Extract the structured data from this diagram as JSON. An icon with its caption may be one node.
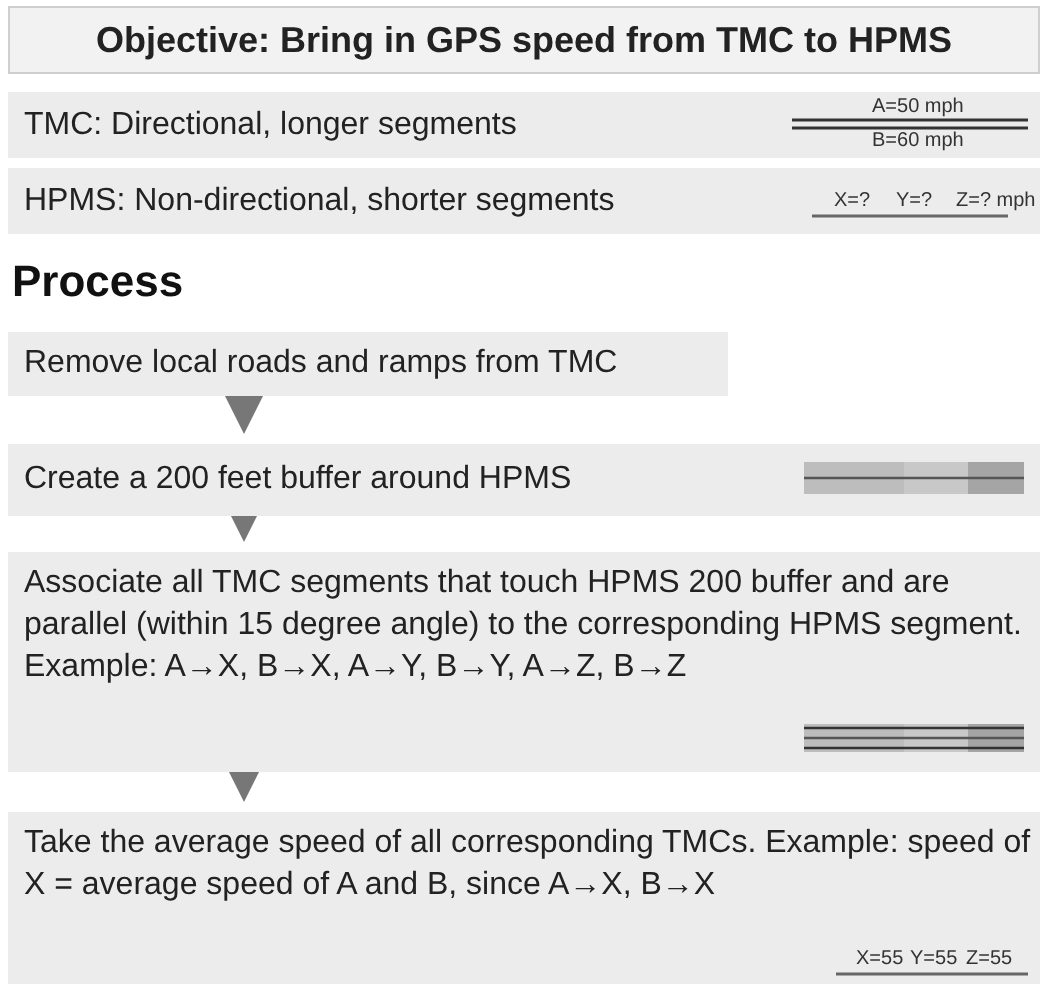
{
  "diagram": {
    "nodes": [
      {
        "text": [
          "Objective: Bring in GPS speed from TMC to HPMS"
        ]
      },
      {
        "text": [
          "TMC: Directional, longer segments",
          "A=50 mph",
          "B=60 mph"
        ]
      },
      {
        "text": [
          "HPMS: Non-directional, shorter segments",
          "X=?",
          "Y=?",
          "Z=? mph"
        ]
      },
      {
        "text": [
          "Remove local roads and ramps from TMC"
        ]
      },
      {
        "text": [
          "Create a 200 feet buffer around HPMS"
        ]
      },
      {
        "text": [
          "Associate all TMC segments that touch HPMS 200 buffer and are parallel (within 15 degree angle) to the corresponding HPMS segment. Example: A→X, B→X, A→Y, B→Y, A→Z, B→Z"
        ]
      },
      {
        "text": [
          "Take the average speed of all corresponding TMCs. Example: speed of X = average speed of A and B, since A→X, B→X",
          "X=55",
          "Y=55",
          "Z=55"
        ]
      }
    ],
    "edges": [
      {
        "from": 3,
        "to": 4,
        "arrow": "to"
      },
      {
        "from": 4,
        "to": 5,
        "arrow": "to"
      },
      {
        "from": 5,
        "to": 6,
        "arrow": "to"
      }
    ],
    "labels": [
      "Process"
    ]
  }
}
